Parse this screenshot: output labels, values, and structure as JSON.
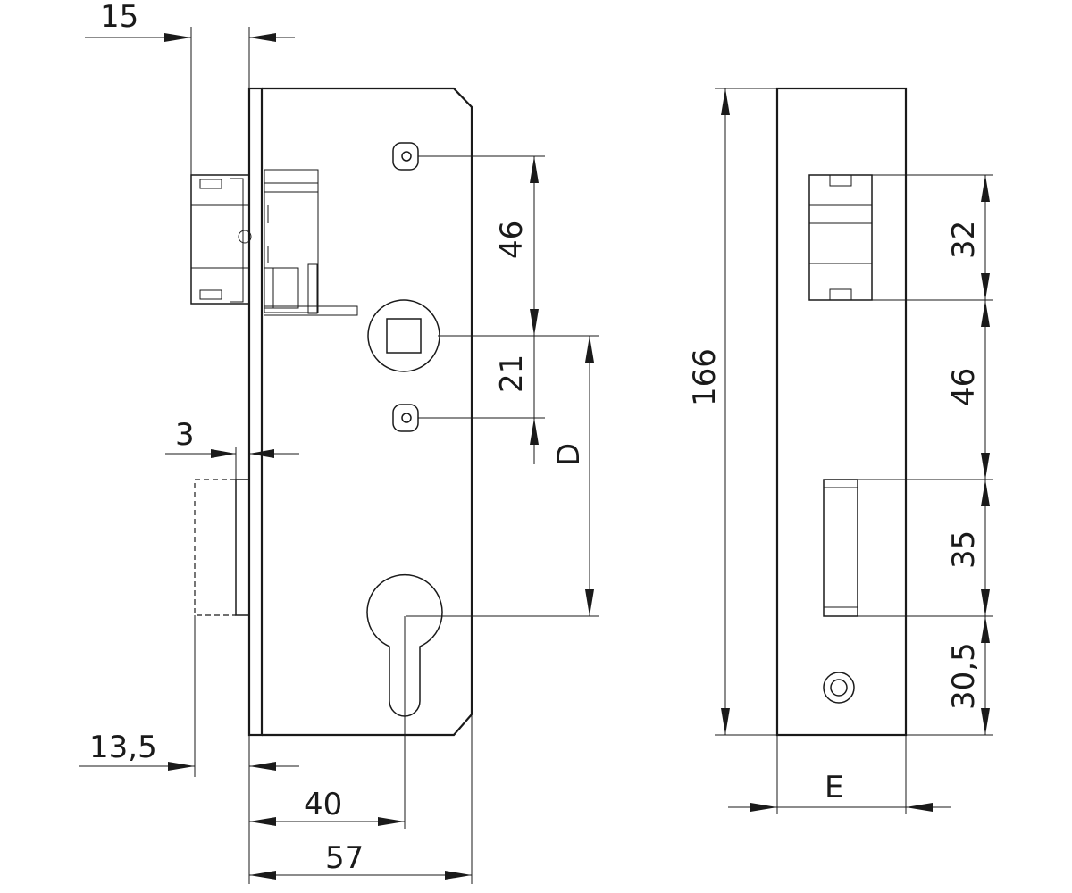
{
  "dimensions": {
    "front_faceplate_offset": "15",
    "faceplate_thickness": "3",
    "latch_offset": "13,5",
    "backset": "40",
    "case_width": "57",
    "screw_to_follower": "46",
    "follower_to_screw": "21",
    "distance_d": "D",
    "total_height": "166",
    "latch_height": "32",
    "latch_to_bolt": "46",
    "bolt_height": "35",
    "bolt_to_bottom": "30,5",
    "faceplate_width_e": "E"
  },
  "colors": {
    "line": "#1a1a1a",
    "background": "#ffffff"
  }
}
